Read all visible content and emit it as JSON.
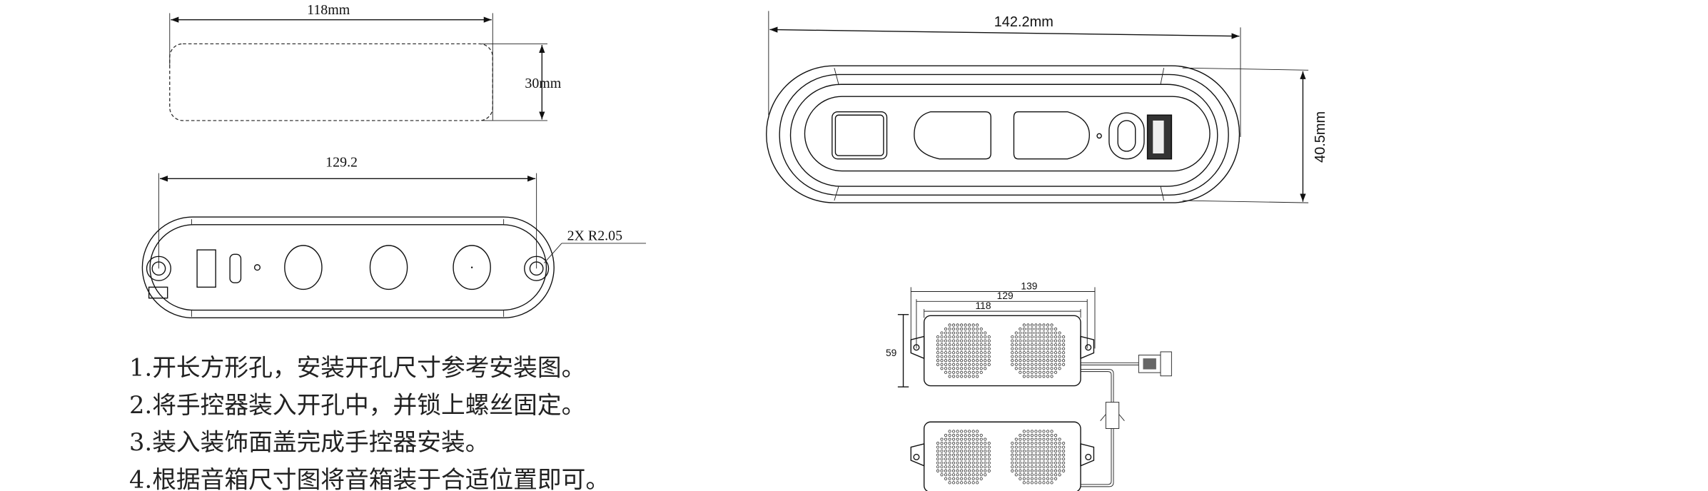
{
  "cutout": {
    "width_label": "118mm",
    "height_label": "30mm"
  },
  "controller_back": {
    "width_label": "129.2",
    "hole_label": "2X R2.05"
  },
  "controller_front": {
    "width_label": "142.2mm",
    "height_label": "40.5mm"
  },
  "speaker": {
    "dim_139": "139",
    "dim_129": "129",
    "dim_118": "118",
    "dim_59": "59"
  },
  "notes": [
    "1.开长方形孔，安装开孔尺寸参考安装图。",
    "2.将手控器装入开孔中，并锁上螺丝固定。",
    "3.装入装饰面盖完成手控器安装。",
    "4.根据音箱尺寸图将音箱装于合适位置即可。"
  ]
}
